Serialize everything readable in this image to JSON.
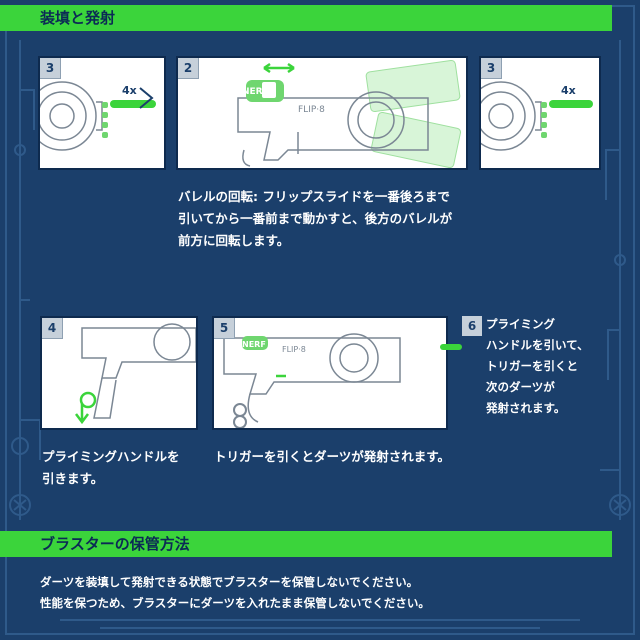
{
  "sections": {
    "load_fire_title": "装填と発射",
    "storage_title": "ブラスターの保管方法"
  },
  "steps": {
    "load_left": {
      "number": "3",
      "multiplier": "4x"
    },
    "rotate": {
      "number": "2",
      "logo": "NERF",
      "model": "FLIP·8"
    },
    "load_right": {
      "number": "3",
      "multiplier": "4x"
    },
    "prime": {
      "number": "4"
    },
    "trigger": {
      "number": "5",
      "logo": "NERF",
      "model": "FLIP·8"
    },
    "repeat": {
      "number": "6"
    }
  },
  "captions": {
    "rotate_line1": "バレルの回転: フリップスライドを一番後ろまで",
    "rotate_line2": "引いてから一番前まで動かすと、後方のバレルが",
    "rotate_line3": "前方に回転します。",
    "prime_line1": "プライミングハンドルを",
    "prime_line2": "引きます。",
    "trigger": "トリガーを引くとダーツが発射されます。",
    "repeat_line1": "プライミング",
    "repeat_line2": "ハンドルを引いて、",
    "repeat_line3": "トリガーを引くと",
    "repeat_line4": "次のダーツが",
    "repeat_line5": "発射されます。"
  },
  "storage": {
    "line1": "ダーツを装填して発射できる状態でブラスターを保管しないでください。",
    "line2": "性能を保つため、ブラスターにダーツを入れたまま保管しないでください。"
  },
  "colors": {
    "background": "#1b3f6b",
    "banner": "#3bd43b",
    "accent": "#37c837",
    "text": "#ffffff"
  }
}
